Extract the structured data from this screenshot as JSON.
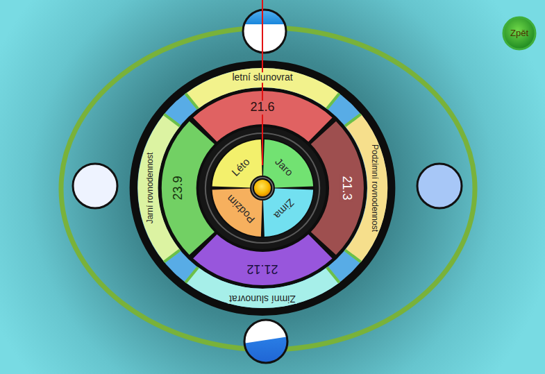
{
  "diagram": {
    "nodes": [
      {
        "text": [
          "letní slunovrat"
        ]
      },
      {
        "text": [
          "Jarní rovnodennost"
        ]
      },
      {
        "text": [
          "Podzimní rovnodennost"
        ]
      },
      {
        "text": [
          "Zimní slunovrat"
        ]
      },
      {
        "text": [
          "21.6"
        ]
      },
      {
        "text": [
          "23.9"
        ]
      },
      {
        "text": [
          "21.3"
        ]
      },
      {
        "text": [
          "21.12"
        ]
      },
      {
        "text": [
          "Léto"
        ]
      },
      {
        "text": [
          "Jaro"
        ]
      },
      {
        "text": [
          "Podzim"
        ]
      },
      {
        "text": [
          "Zima"
        ]
      },
      {
        "text": [
          "Zpět"
        ]
      }
    ]
  }
}
